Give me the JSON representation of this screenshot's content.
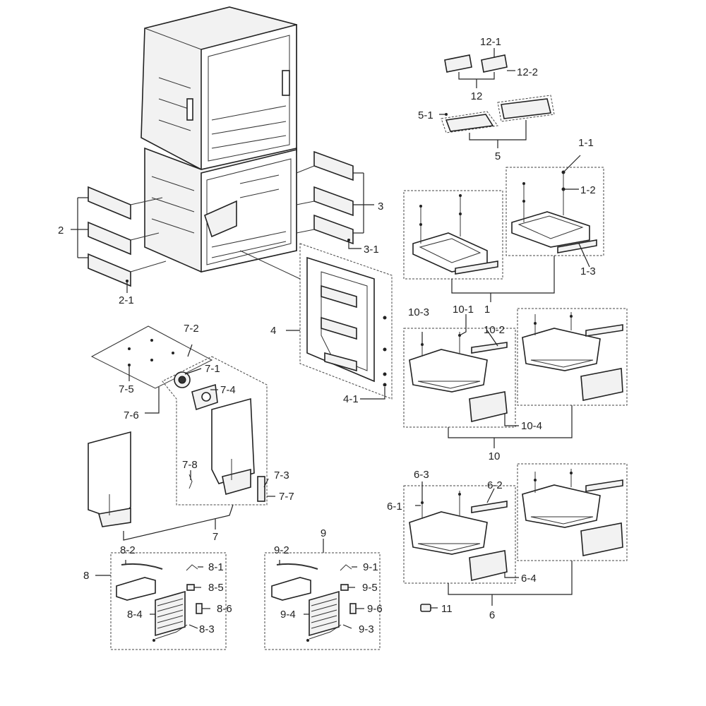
{
  "diagram": {
    "callouts": [
      "1",
      "1-1",
      "1-2",
      "1-3",
      "2",
      "2-1",
      "3",
      "3-1",
      "4",
      "4-1",
      "5",
      "5-1",
      "6",
      "6-1",
      "6-2",
      "6-3",
      "6-4",
      "7",
      "7-1",
      "7-2",
      "7-3",
      "7-4",
      "7-5",
      "7-6",
      "7-7",
      "7-8",
      "8",
      "8-1",
      "8-2",
      "8-3",
      "8-4",
      "8-5",
      "8-6",
      "9",
      "9-1",
      "9-2",
      "9-3",
      "9-4",
      "9-5",
      "9-6",
      "10",
      "10-1",
      "10-2",
      "10-3",
      "10-4",
      "11",
      "12",
      "12-1",
      "12-2"
    ]
  },
  "colors": {
    "line": "#222222",
    "fill": "#f2f2f2",
    "background": "#ffffff"
  }
}
